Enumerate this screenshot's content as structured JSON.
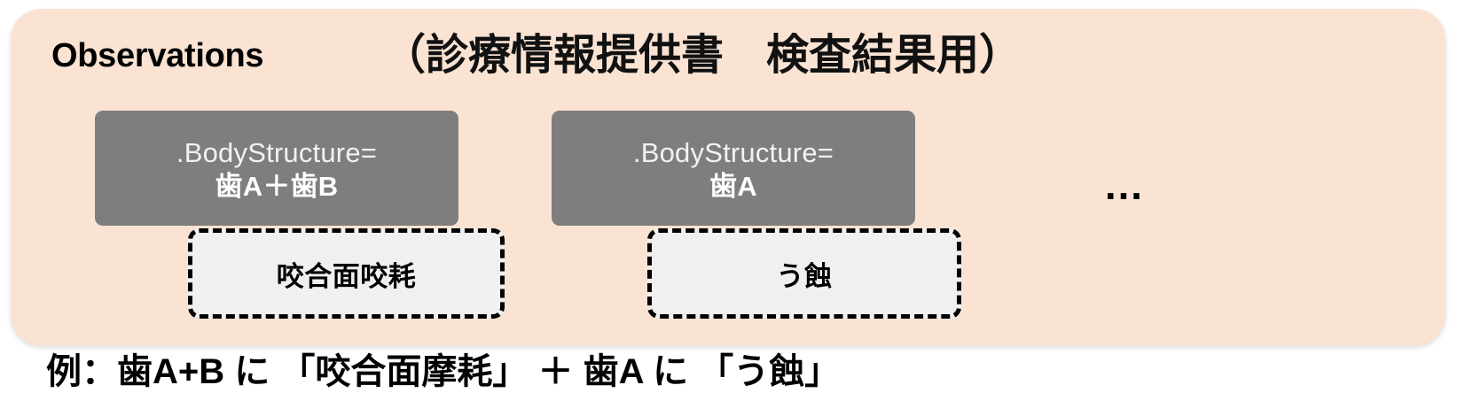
{
  "panel": {
    "background_color": "#FAE3D3",
    "header": {
      "group_label": "Observations",
      "title": "（診療情報提供書　検査結果用）"
    },
    "ellipsis": "…",
    "observations": [
      {
        "attribute_label": ".BodyStructure=",
        "attribute_value": "歯A＋歯B",
        "box_color": "#7E7E7E",
        "finding": "咬合面咬耗"
      },
      {
        "attribute_label": ".BodyStructure=",
        "attribute_value": "歯A",
        "box_color": "#7E7E7E",
        "finding": "う蝕"
      }
    ]
  },
  "caption": "例：歯A+B に 「咬合面摩耗」 ＋ 歯A に 「う蝕」"
}
